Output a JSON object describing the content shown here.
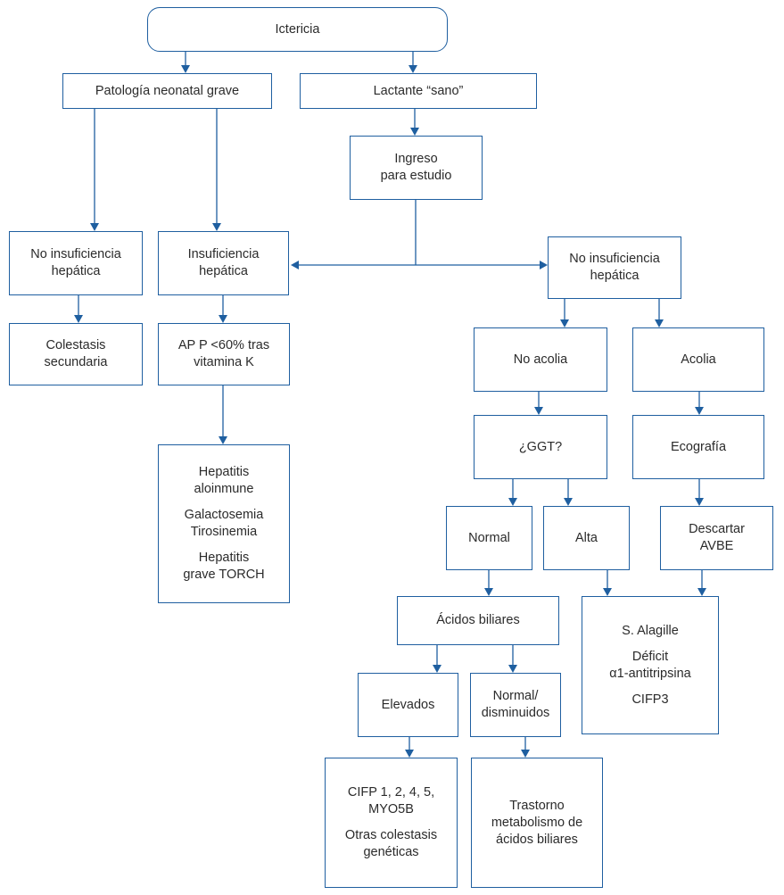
{
  "diagram": {
    "line_color": "#1f5fa0",
    "nodes": {
      "ictericia": [
        "Ictericia"
      ],
      "patologia": [
        "Patología neonatal grave"
      ],
      "lactante": [
        "Lactante “sano”"
      ],
      "ingreso": [
        "Ingreso",
        "para estudio"
      ],
      "no_insuf_left": [
        "No insuficiencia",
        "hepática"
      ],
      "insuf": [
        "Insuficiencia",
        "hepática"
      ],
      "no_insuf_right": [
        "No insuficiencia",
        "hepática"
      ],
      "colestasis_sec": [
        "Colestasis",
        "secundaria"
      ],
      "ap": [
        "AP P <60% tras",
        "vitamina K"
      ],
      "no_acolia": [
        "No acolia"
      ],
      "acolia": [
        "Acolia"
      ],
      "hepatitis_group": [
        [
          "Hepatitis",
          "aloinmune"
        ],
        [
          "Galactosemia",
          "Tirosinemia"
        ],
        [
          "Hepatitis",
          "grave TORCH"
        ]
      ],
      "ggt": [
        "¿GGT?"
      ],
      "ecografia": [
        "Ecografía"
      ],
      "normal": [
        "Normal"
      ],
      "alta": [
        "Alta"
      ],
      "descartar": [
        "Descartar",
        "AVBE"
      ],
      "acidos": [
        "Ácidos biliares"
      ],
      "alagille_group": [
        [
          "S. Alagille"
        ],
        [
          "Déficit",
          "α1-antitripsina"
        ],
        [
          "CIFP3"
        ]
      ],
      "elevados": [
        "Elevados"
      ],
      "normal_dism": [
        "Normal/",
        "disminuidos"
      ],
      "cifp_group": [
        [
          "CIFP 1, 2, 4, 5,",
          "MYO5B"
        ],
        [
          "Otras colestasis",
          "genéticas"
        ]
      ],
      "trastorno": [
        "Trastorno",
        "metabolismo de",
        "ácidos biliares"
      ]
    }
  }
}
